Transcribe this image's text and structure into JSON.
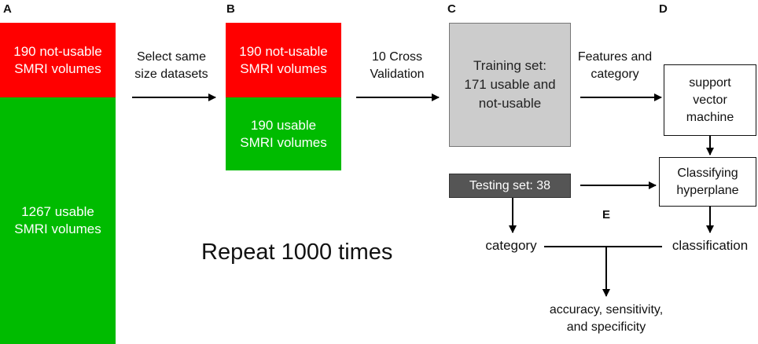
{
  "panel_letters": {
    "a": "A",
    "b": "B",
    "c": "C",
    "d": "D",
    "e": "E"
  },
  "column_a": {
    "not_usable": "190 not-usable\nSMRI volumes",
    "usable": "1267 usable\nSMRI volumes"
  },
  "column_b": {
    "not_usable": "190 not-usable\nSMRI volumes",
    "usable": "190 usable\nSMRI volumes"
  },
  "step_labels": {
    "select": "Select same\nsize datasets",
    "cross_validation": "10 Cross\nValidation",
    "features": "Features and\ncategory"
  },
  "boxes": {
    "training": "Training set:\n171 usable and\nnot-usable",
    "testing": "Testing set: 38",
    "svm": "support\nvector\nmachine",
    "hyperplane": "Classifying\nhyperplane"
  },
  "outputs": {
    "category": "category",
    "classification": "classification",
    "metrics": "accuracy, sensitivity,\nand specificity"
  },
  "repeat": "Repeat 1000 times",
  "colors": {
    "red": "#ff0000",
    "green": "#00bb00",
    "gray": "#cccccc",
    "dark": "#555555"
  }
}
